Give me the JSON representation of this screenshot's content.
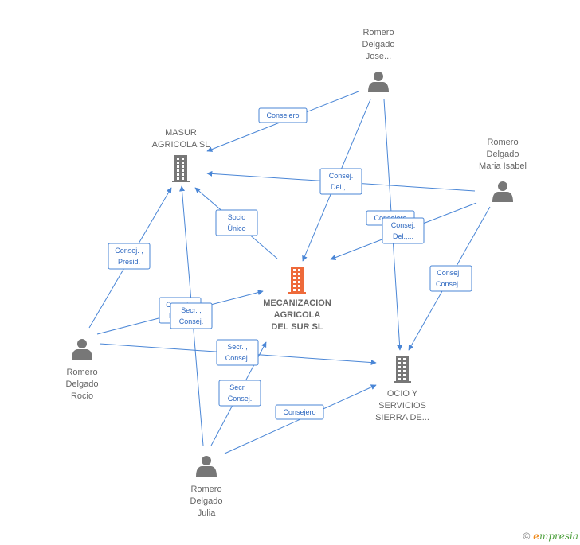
{
  "colors": {
    "edge": "#4a86d6",
    "badge_text": "#2e68c0",
    "node_gray": "#777777",
    "main_company": "#ee6a3a"
  },
  "nodes": [
    {
      "id": "mecanizacion",
      "type": "company-main",
      "lines": [
        "MECANIZACION",
        "AGRICOLA",
        "DEL SUR SL"
      ]
    },
    {
      "id": "masur",
      "type": "company",
      "lines": [
        "MASUR",
        "AGRICOLA SL"
      ]
    },
    {
      "id": "ocio",
      "type": "company",
      "lines": [
        "OCIO Y",
        "SERVICIOS",
        "SIERRA DE..."
      ]
    },
    {
      "id": "jose",
      "type": "person",
      "lines": [
        "Romero",
        "Delgado",
        "Jose..."
      ]
    },
    {
      "id": "isabel",
      "type": "person",
      "lines": [
        "Romero",
        "Delgado",
        "Maria Isabel"
      ]
    },
    {
      "id": "rocio",
      "type": "person",
      "lines": [
        "Romero",
        "Delgado",
        "Rocio"
      ]
    },
    {
      "id": "julia",
      "type": "person",
      "lines": [
        "Romero",
        "Delgado",
        "Julia"
      ]
    }
  ],
  "edges": [
    {
      "from": "jose",
      "to": "masur",
      "badge": [
        "Consejero"
      ]
    },
    {
      "from": "jose",
      "to": "mecanizacion",
      "badge": [
        "Consej.",
        "Del.,..."
      ]
    },
    {
      "from": "jose",
      "to": "ocio",
      "badge": [
        "Consejero"
      ]
    },
    {
      "from": "isabel",
      "to": "masur",
      "badge": [
        "Consej.",
        "Del.,..."
      ]
    },
    {
      "from": "isabel",
      "to": "mecanizacion",
      "badge": [
        "Consej.",
        "Del.,..."
      ]
    },
    {
      "from": "isabel",
      "to": "ocio",
      "badge": [
        "Consej. ,",
        "Consej...."
      ]
    },
    {
      "from": "mecanizacion",
      "to": "masur",
      "badge": [
        "Socio",
        "Único"
      ]
    },
    {
      "from": "rocio",
      "to": "masur",
      "badge": [
        "Consej. ,",
        "Presid."
      ]
    },
    {
      "from": "rocio",
      "to": "mecanizacion",
      "badge": [
        "Consej. ,",
        "Presid."
      ]
    },
    {
      "from": "rocio",
      "to": "ocio",
      "badge": [
        "Secr. ,",
        "Consej."
      ]
    },
    {
      "from": "julia",
      "to": "masur",
      "badge": [
        "Secr. ,",
        "Consej."
      ]
    },
    {
      "from": "julia",
      "to": "mecanizacion",
      "badge": [
        "Secr. ,",
        "Consej."
      ]
    },
    {
      "from": "julia",
      "to": "ocio",
      "badge": [
        "Consejero"
      ]
    }
  ],
  "footer": {
    "copyright": "©",
    "brand_e": "e",
    "brand_rest": "mpresia"
  }
}
